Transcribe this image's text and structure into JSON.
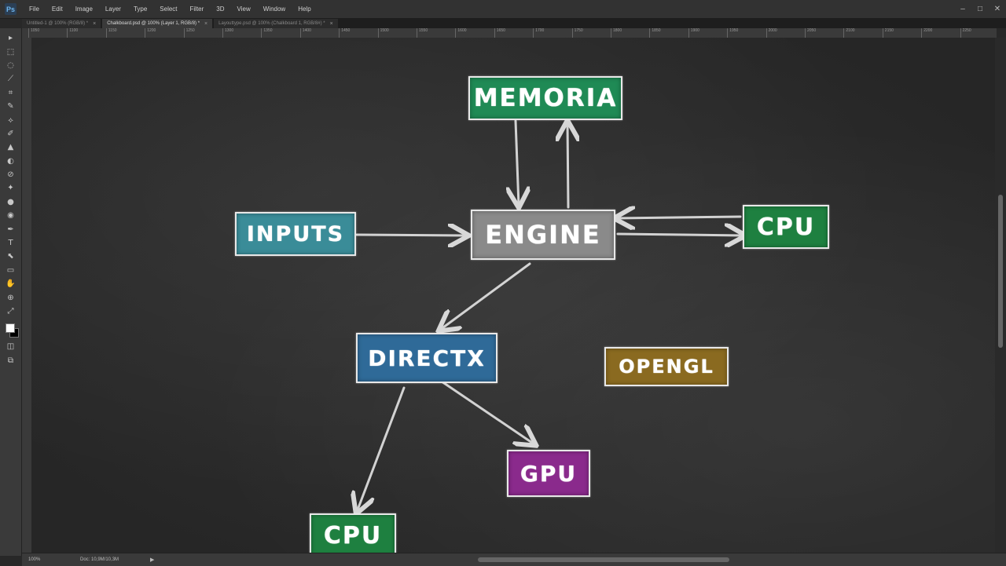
{
  "app": {
    "logo": "Ps"
  },
  "menu": [
    "File",
    "Edit",
    "Image",
    "Layer",
    "Type",
    "Select",
    "Filter",
    "3D",
    "View",
    "Window",
    "Help"
  ],
  "window_controls": {
    "minimize": "–",
    "maximize": "□",
    "close": "✕"
  },
  "tabs": [
    {
      "label": "Untitled-1 @ 100% (RGB/8) *",
      "active": false
    },
    {
      "label": "Chalkboard.psd @ 100% (Layer 1, RGB/8) *",
      "active": true
    },
    {
      "label": "Layouttype.psd @ 100% (Chalkboard 1, RGB/8#) *",
      "active": false
    }
  ],
  "tab_close": "×",
  "ruler_ticks": [
    "1050",
    "1100",
    "1150",
    "1200",
    "1250",
    "1300",
    "1350",
    "1400",
    "1450",
    "1500",
    "1550",
    "1600",
    "1650",
    "1700",
    "1750",
    "1800",
    "1850",
    "1900",
    "1950",
    "2000",
    "2050",
    "2100",
    "2150",
    "2200",
    "2250"
  ],
  "tools": [
    "▸",
    "⬚",
    "◌",
    "⟋",
    "⌗",
    "✎",
    "⟡",
    "✐",
    "▲",
    "◐",
    "⊘",
    "✦",
    "●",
    "◉",
    "✒",
    "T",
    "⬉",
    "▭",
    "✋",
    "⊕",
    "⤢"
  ],
  "tool_names": [
    "move-tool-icon",
    "marquee-tool-icon",
    "lasso-tool-icon",
    "quick-select-tool-icon",
    "crop-tool-icon",
    "eyedropper-tool-icon",
    "healing-tool-icon",
    "brush-tool-icon",
    "stamp-tool-icon",
    "history-brush-tool-icon",
    "eraser-tool-icon",
    "gradient-tool-icon",
    "blur-tool-icon",
    "dodge-tool-icon",
    "pen-tool-icon",
    "type-tool-icon",
    "path-select-tool-icon",
    "rectangle-tool-icon",
    "hand-tool-icon",
    "zoom-tool-icon",
    "swap-colors-icon"
  ],
  "extra_tools": {
    "quick_mask": "◫",
    "screen_mode": "⧉"
  },
  "diagram": {
    "memoria": "MEMORIA",
    "inputs": "INPUTS",
    "engine": "ENGINE",
    "cpu_right": "CPU",
    "directx": "DIRECTX",
    "opengl": "OPENGL",
    "gpu": "GPU",
    "cpu_bottom": "CPU"
  },
  "colors": {
    "memoria": "#1f8a55",
    "inputs": "#3a8c98",
    "engine": "#8a8a8a",
    "cpu": "#1e8040",
    "directx": "#2f6a98",
    "opengl": "#8a6a20",
    "gpu": "#8a2a8c"
  },
  "status": {
    "zoom": "100%",
    "doc": "Doc: 10,9M/10,3M",
    "arrow": "▶"
  }
}
